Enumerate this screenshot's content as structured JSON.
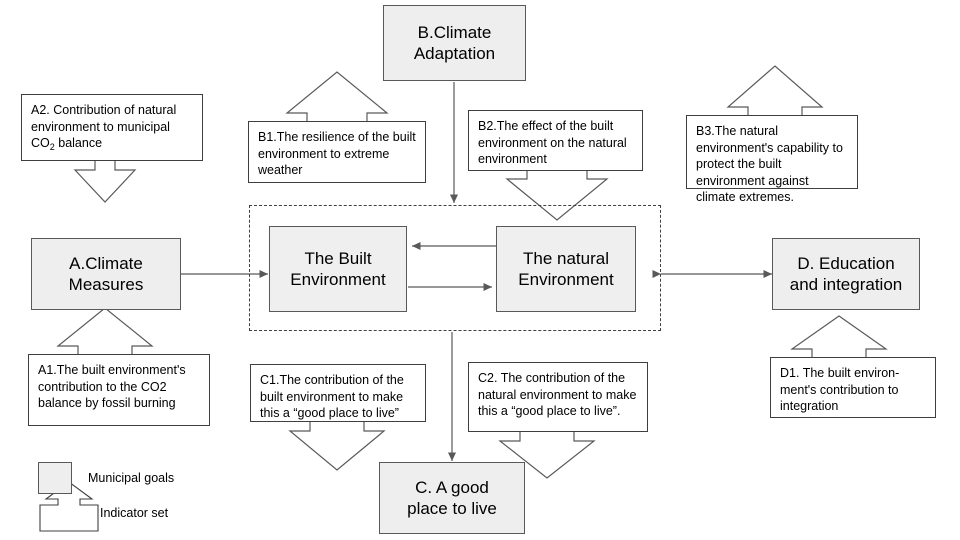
{
  "diagram": {
    "title": "Municipal climate goals and indicator sets framework",
    "colors": {
      "goal_fill": "#eeeeee",
      "goal_border": "#595959",
      "indicator_border": "#3f3f3f",
      "indicator_fill": "#ffffff",
      "arrow": "#595959",
      "dashed_border": "#3f3f3f"
    },
    "goals": [
      {
        "id": "A",
        "label": "A.Climate\nMeasures"
      },
      {
        "id": "B",
        "label": "B.Climate\nAdaptation"
      },
      {
        "id": "C",
        "label": "C. A good\nplace to live"
      },
      {
        "id": "D",
        "label": "D. Education\nand integration"
      }
    ],
    "core": [
      {
        "id": "built",
        "label": "The Built\nEnvironment"
      },
      {
        "id": "natural",
        "label": "The natural\nEnvironment"
      }
    ],
    "indicators": [
      {
        "id": "A1",
        "text": "A1.The built environment's contribution to the CO2 balance by fossil burning"
      },
      {
        "id": "A2",
        "text_pre": "A2. Contribution of natural environment to municipal CO",
        "text_sub": "2",
        "text_post": " balance"
      },
      {
        "id": "B1",
        "text": "B1.The resilience of the built environment to extreme weather"
      },
      {
        "id": "B2",
        "text": "B2.The effect of the built environment on the natural environment"
      },
      {
        "id": "B3",
        "text": "B3.The natural environment's capability to protect the built environment against climate extremes."
      },
      {
        "id": "C1",
        "text": "C1.The contribution of the built environment to make this a “good place to live”"
      },
      {
        "id": "C2",
        "text": "C2. The contribution of the natural environment to make this a “good place to live”."
      },
      {
        "id": "D1",
        "text": "D1. The built environ-ment's contribution to integration"
      }
    ],
    "legend": {
      "items": [
        {
          "id": "municipal-goals",
          "label": "Municipal goals",
          "shape": "rectangle"
        },
        {
          "id": "indicator-set",
          "label": "Indicator set",
          "shape": "arrow-notched-box"
        }
      ]
    }
  }
}
